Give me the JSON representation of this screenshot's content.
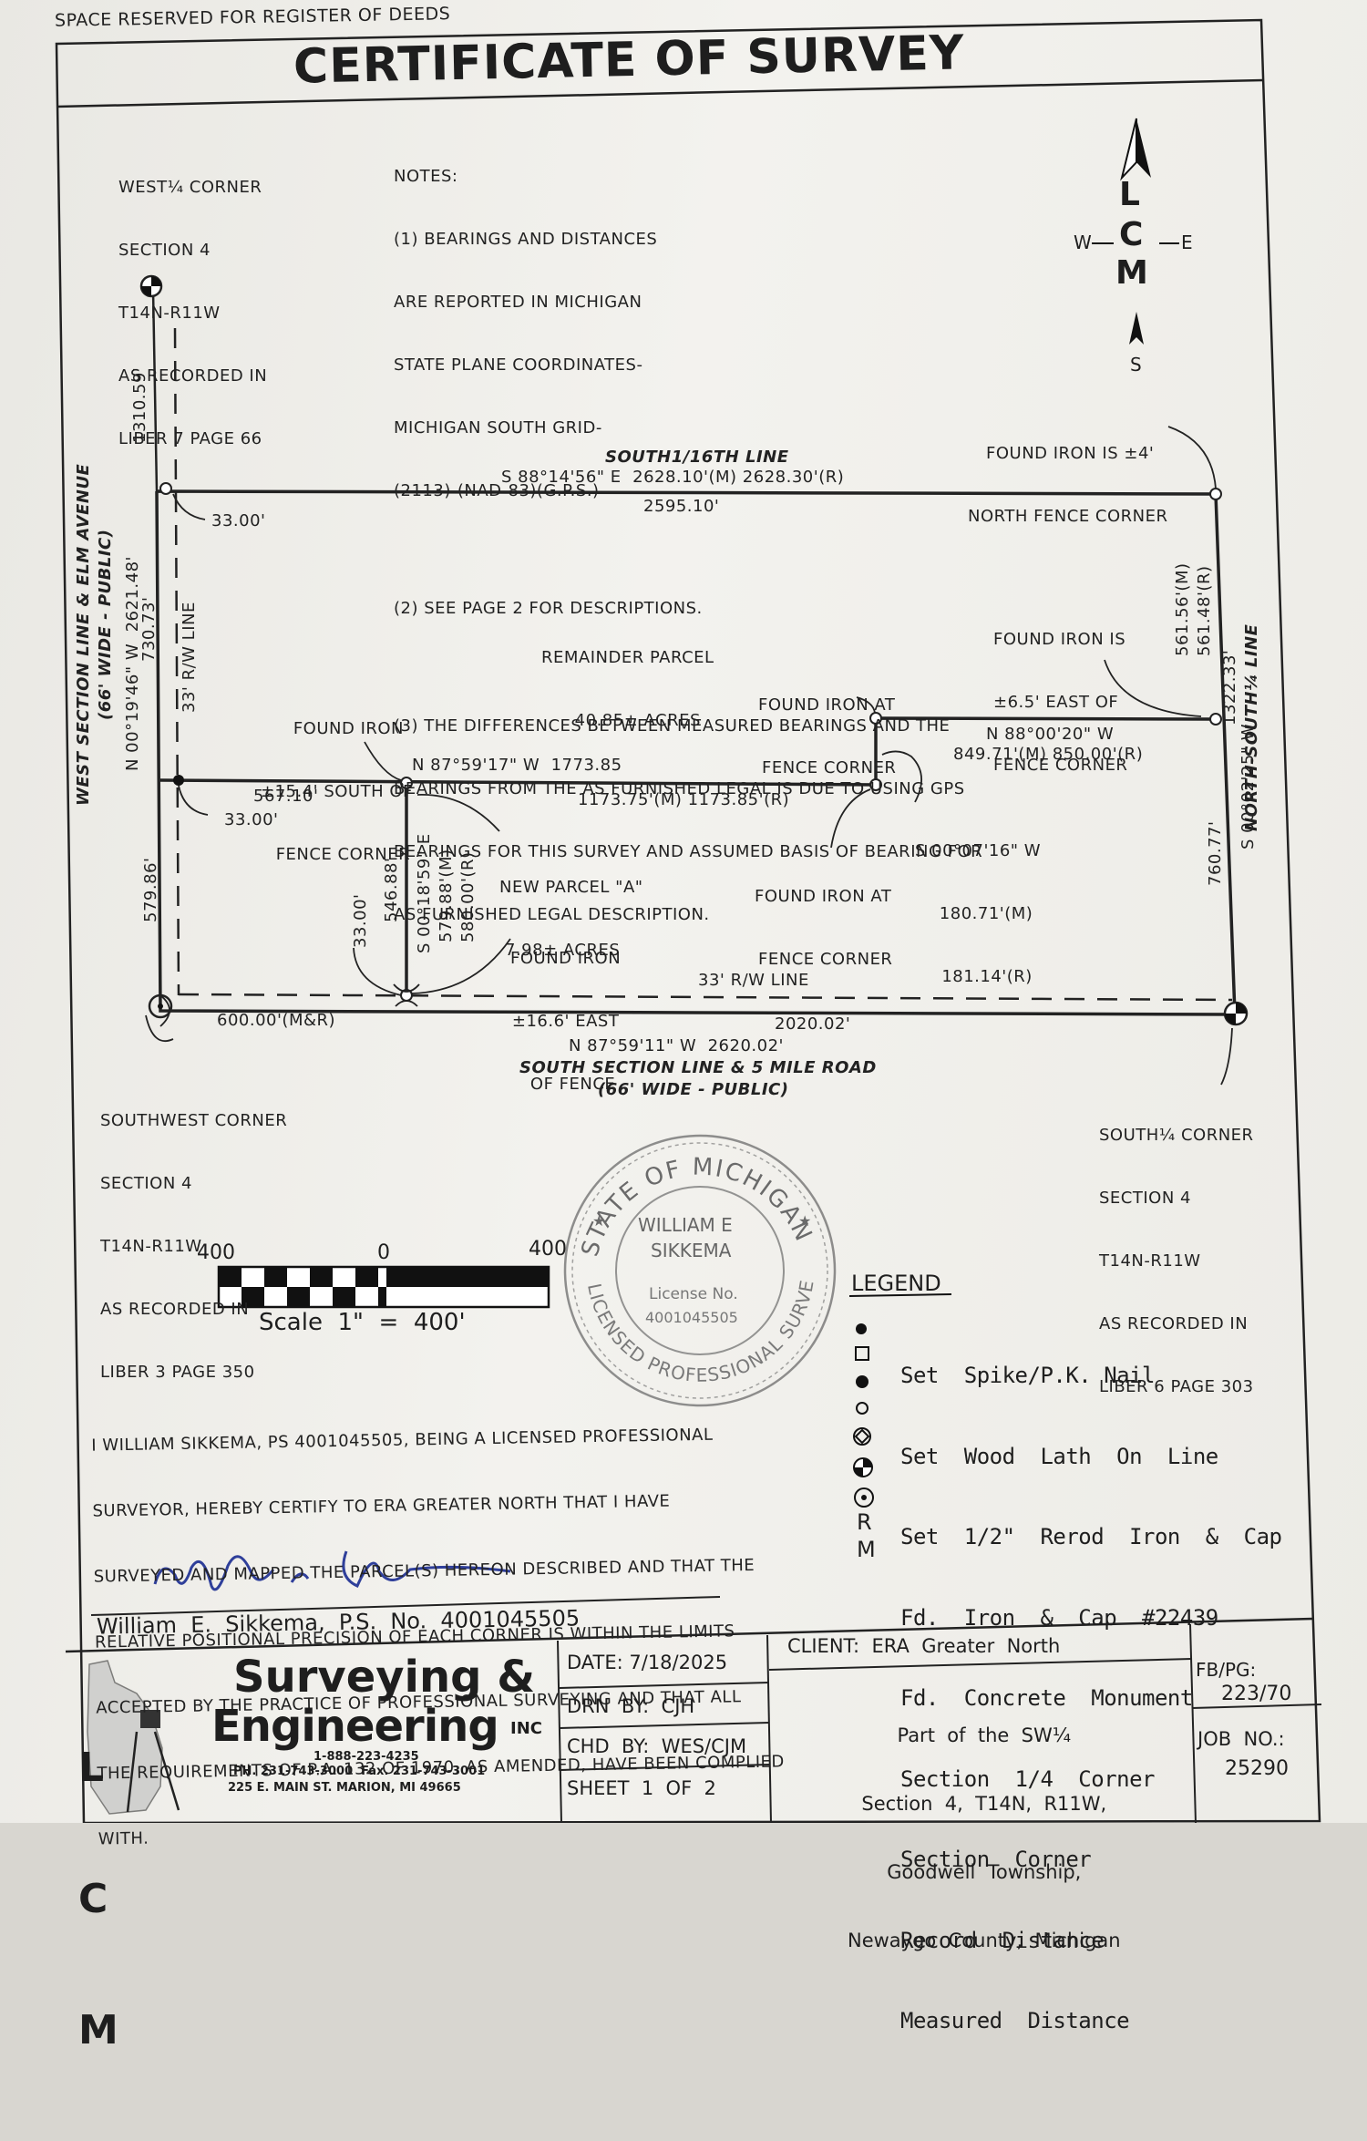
{
  "header": {
    "space_reserved": "SPACE RESERVED FOR REGISTER OF DEEDS",
    "title": "CERTIFICATE OF SURVEY"
  },
  "notes": {
    "lines": [
      "NOTES:",
      "(1) BEARINGS AND DISTANCES",
      "ARE REPORTED IN MICHIGAN",
      "STATE PLANE COORDINATES-",
      "MICHIGAN SOUTH GRID-",
      "(2113)-(NAD-83)(G.P.S.)",
      "",
      "(2) SEE PAGE 2 FOR DESCRIPTIONS.",
      "",
      "(3) THE DIFFERENCES BETWEEN MEASURED BEARINGS AND THE",
      "BEARINGS FROM THE AS FURNISHED LEGAL IS DUE TO USING GPS",
      "BEARINGS FOR THIS SURVEY AND ASSUMED BASIS OF BEARING FOR",
      "AS FURNISHED LEGAL DESCRIPTION."
    ]
  },
  "north_arrow": {
    "top": "L",
    "mid": "C",
    "bottom": "M",
    "w": "W",
    "e": "E",
    "s": "S"
  },
  "corners": {
    "west_quarter": [
      "WEST¼ CORNER",
      "SECTION 4",
      "T14N-R11W",
      "AS RECORDED IN",
      "LIBER 7 PAGE 66"
    ],
    "southwest": [
      "SOUTHWEST CORNER",
      "SECTION 4",
      "T14N-R11W",
      "AS RECORDED IN",
      "LIBER 3 PAGE 350"
    ],
    "south_quarter": [
      "SOUTH¼ CORNER",
      "SECTION 4",
      "T14N-R11W",
      "AS RECORDED IN",
      "LIBER 6 PAGE 303"
    ]
  },
  "labels": {
    "found_iron_4_north": [
      "FOUND IRON IS ±4'",
      "NORTH FENCE CORNER"
    ],
    "south_16th_line": "SOUTH1/16TH LINE",
    "top_bearing": "S 88°14'56\" E  2628.10'(M) 2628.30'(R)",
    "top_partial": "2595.10'",
    "dist_33_a": "33.00'",
    "dist_33_b": "33.00'",
    "dist_33_c": "33.00'",
    "remainder_parcel": [
      "REMAINDER PARCEL",
      "40.85± ACRES"
    ],
    "found_iron_65_east": [
      "FOUND IRON IS",
      "±6.5' EAST OF",
      "FENCE CORNER"
    ],
    "found_iron_fence_corner_top": [
      "FOUND IRON AT",
      "FENCE CORNER"
    ],
    "found_iron_154_south": [
      "FOUND IRON",
      "±15.4' SOUTH OF",
      "FENCE CORNER"
    ],
    "rw_line_33_vertical": "33' R/W LINE",
    "east_upper_measure": "561.56'(M)",
    "east_upper_record": "561.48'(R)",
    "east_total": "1322.33'",
    "north_south_quarter_line": "NORTH-SOUTH¼ LINE",
    "mid_right_bearing": "N 88°00'20\" W",
    "mid_right_dist": "849.71'(M) 850.00'(R)",
    "mid_bearing": "N 87°59'17\" W  1773.85",
    "left_567": "567.10'",
    "mid_dist": "1173.75'(M) 1173.85'(R)",
    "jog_bearing": [
      "S 00°07'16\" W",
      "180.71'(M)",
      "181.14'(R)"
    ],
    "new_parcel": [
      "NEW PARCEL \"A\"",
      "7.98± ACRES"
    ],
    "found_iron_fence_corner_bottom": [
      "FOUND IRON AT",
      "FENCE CORNER"
    ],
    "east_lower": "760.77'",
    "east_bearing": "S 00°02'25\" W",
    "west_line_title": "WEST SECTION LINE & ELM AVENUE",
    "west_line_sub": "(66' WIDE - PUBLIC)",
    "west_bearing": "N 00°19'46\" W  2621.48'",
    "west_730": "730.73'",
    "west_1310": "1310.59'",
    "west_579": "579.86'",
    "parcel_a_546": "546.88'",
    "parcel_a_bearing": "S 00°18'59\" E",
    "parcel_a_measure": "579.88'(M)",
    "parcel_a_record": "580.00'(R)",
    "found_iron_166_east": [
      "FOUND IRON",
      "±16.6' EAST",
      "OF FENCE"
    ],
    "rw_line_33_bottom": "33' R/W LINE",
    "bottom_600": "600.00'(M&R)",
    "bottom_2020": "2020.02'",
    "bottom_bearing": "N 87°59'11\" W  2620.02'",
    "south_section_line": "SOUTH SECTION LINE & 5 MILE ROAD",
    "south_section_sub": "(66' WIDE - PUBLIC)"
  },
  "seal": {
    "arc_top": "STATE OF MICHIGAN",
    "arc_bottom": "LICENSED PROFESSIONAL SURVEYOR",
    "name1": "WILLIAM E",
    "name2": "SIKKEMA",
    "license_label": "License No.",
    "license_no": "4001045505"
  },
  "scale": {
    "left": "400",
    "zero": "0",
    "right": "400",
    "caption": "Scale  1\"  =  400'"
  },
  "legend": {
    "title": "LEGEND",
    "items": [
      {
        "symbol": "spike",
        "label": "Set  Spike/P.K. Nail"
      },
      {
        "symbol": "lath",
        "label": "Set  Wood  Lath  On  Line"
      },
      {
        "symbol": "rerod",
        "label": "Set  1/2\"  Rerod  Iron  &  Cap"
      },
      {
        "symbol": "fd-iron",
        "label": "Fd.  Iron  &  Cap  #22439"
      },
      {
        "symbol": "concrete",
        "label": "Fd.  Concrete  Monument"
      },
      {
        "symbol": "quarter",
        "label": "Section  1/4  Corner"
      },
      {
        "symbol": "section",
        "label": "Section  Corner"
      },
      {
        "symbol": "R",
        "label": "Record  Distance"
      },
      {
        "symbol": "M",
        "label": "Measured  Distance"
      }
    ]
  },
  "certification": {
    "lines": [
      "I WILLIAM SIKKEMA, PS 4001045505, BEING A LICENSED PROFESSIONAL",
      "SURVEYOR, HEREBY CERTIFY TO ERA GREATER NORTH THAT I HAVE",
      "SURVEYED AND MAPPED THE PARCEL(S) HEREON DESCRIBED AND THAT THE",
      "RELATIVE POSITIONAL PRECISION OF EACH CORNER IS WITHIN THE LIMITS",
      "ACCEPTED BY THE PRACTICE OF PROFESSIONAL SURVEYING AND THAT ALL",
      "THE REQUIREMENTS OF P.A. 132 OF 1970, AS AMENDED, HAVE BEEN COMPLIED",
      "WITH."
    ],
    "signature_line": "William  E.  Sikkema,  P.S.  No.  4001045505"
  },
  "title_block": {
    "company1": "Surveying &",
    "company2": "Engineering",
    "company_inc": "INC",
    "phone_tollfree": "1-888-223-4235",
    "phone_fax": "PH. 231-743-3000  Fax. 231-743-3001",
    "address": "225 E. MAIN ST. MARION, MI 49665",
    "logo_letters": [
      "L",
      "C",
      "M"
    ],
    "date": "DATE: 7/18/2025",
    "drn": "DRN  BY:  CJH",
    "chd": "CHD  BY:  WES/CJM",
    "sheet": "SHEET  1  OF  2",
    "client": "CLIENT:  ERA  Greater  North",
    "location": [
      "Part  of  the  SW¼",
      "Section  4,  T14N,  R11W,",
      "Goodwell  Township,",
      "Newaygo  County,  Michigan"
    ],
    "fbpg_label": "FB/PG:",
    "fbpg_value": "223/70",
    "job_label": "JOB  NO.:",
    "job_value": "25290"
  }
}
